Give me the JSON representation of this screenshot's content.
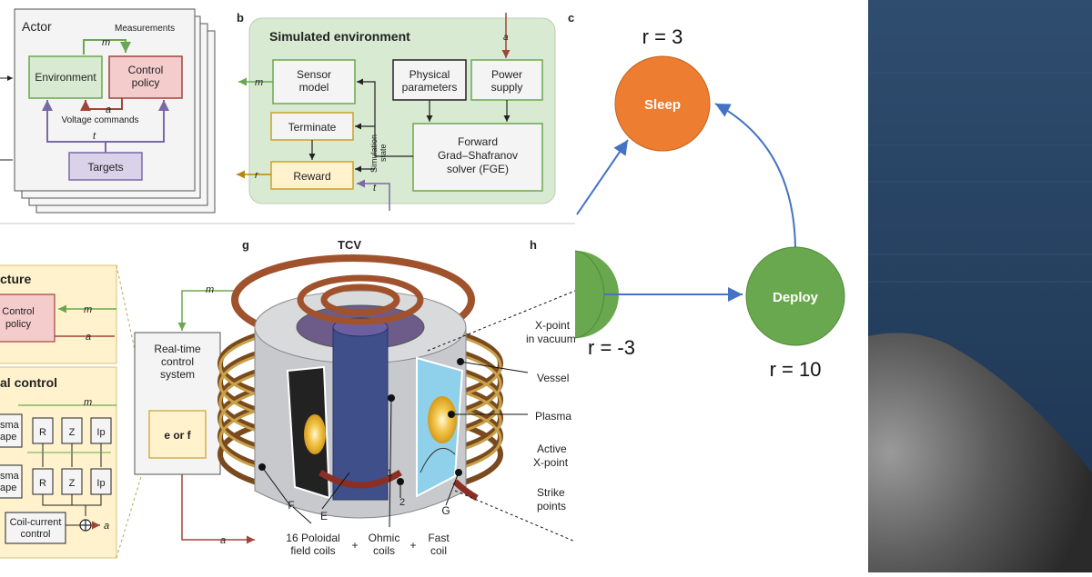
{
  "panel_a": {
    "title": "Actor",
    "measurements": "Measurements",
    "m": "m",
    "environment": "Environment",
    "control_policy": "Control\npolicy",
    "a": "a",
    "voltage_commands": "Voltage commands",
    "t": "t",
    "targets": "Targets"
  },
  "panel_b": {
    "letter": "b",
    "title": "Simulated environment",
    "a": "a",
    "m": "m",
    "r": "r",
    "t": "t",
    "sensor_model": "Sensor\nmodel",
    "physical_parameters": "Physical\nparameters",
    "power_supply": "Power\nsupply",
    "terminate": "Terminate",
    "reward": "Reward",
    "simulation_state": "Simulation\nstate",
    "fge": "Forward\nGrad–Shafranov\nsolver (FGE)"
  },
  "panel_c_letter": "c",
  "panel_left_lower": {
    "architecture": "cture",
    "control_policy": "Control\npolicy",
    "m": "m",
    "a": "a",
    "nominal_control": "al control",
    "plasma_shape_1": "sma\nape",
    "plasma_shape_2": "sma\nape",
    "r": "R",
    "z": "Z",
    "ip": "Ip",
    "coil_current": "Coil-current\ncontrol",
    "a_out": "a"
  },
  "realtime": {
    "m": "m",
    "label": "Real-time\ncontrol\nsystem",
    "e_or_f": "e or f",
    "a": "a"
  },
  "panel_g": {
    "letter": "g",
    "title": "TCV",
    "F": "F",
    "E": "E",
    "n1": "1",
    "n2": "2",
    "G": "G",
    "poloidal": "16 Poloidal\nfield coils",
    "plus1": "+",
    "ohmic": "Ohmic\ncoils",
    "plus2": "+",
    "fast": "Fast\ncoil"
  },
  "panel_h": {
    "letter": "h",
    "xpoint_vacuum": "X-point\nin vacuum",
    "vessel": "Vessel",
    "plasma": "Plasma",
    "active_xpoint": "Active\nX-point",
    "strike_points": "Strike\npoints"
  },
  "mdp": {
    "sleep_reward": "r = 3",
    "sleep": "Sleep",
    "deploy": "Deploy",
    "left_reward": "r = -3",
    "deploy_reward": "r = 10"
  },
  "colors": {
    "green_env": "#d9ead3",
    "pink_policy": "#f4cccc",
    "purple_targets": "#d9d2e9",
    "yellow_box": "#fff2cc",
    "sleep_orange": "#ed7d31",
    "node_green": "#5fa33e",
    "arrow_blue": "#4472c4",
    "dark_right": "#2e4a6a"
  }
}
